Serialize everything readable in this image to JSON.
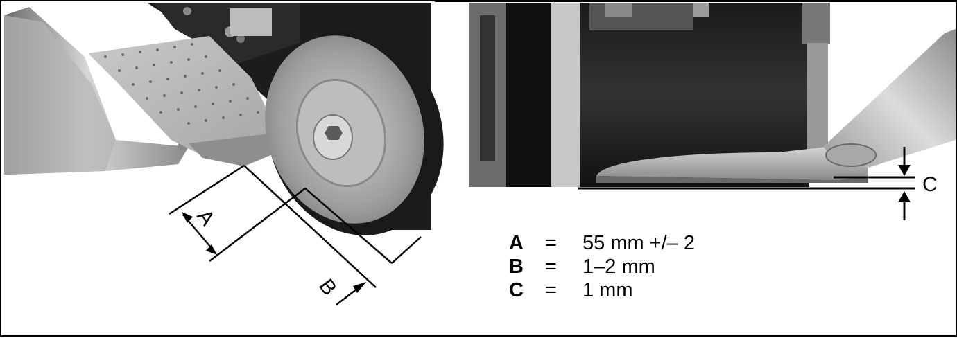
{
  "diagram": {
    "labels": {
      "a": "A",
      "b": "B",
      "c": "C"
    },
    "legend": [
      {
        "key": "A",
        "sign": "=",
        "value": "55 mm +/– 2"
      },
      {
        "key": "B",
        "sign": "=",
        "value": "1–2 mm"
      },
      {
        "key": "C",
        "sign": "=",
        "value": "1 mm"
      }
    ]
  }
}
